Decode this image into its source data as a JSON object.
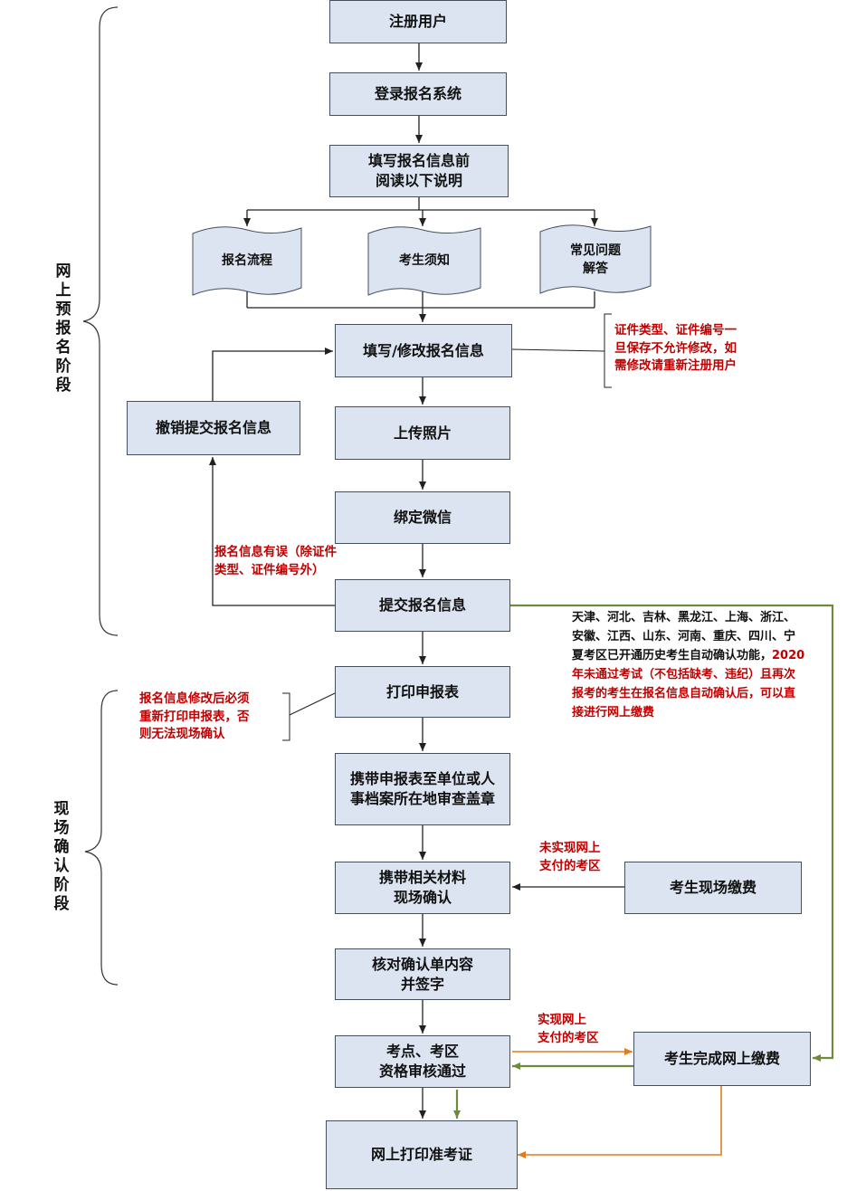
{
  "stages": {
    "online": [
      "网",
      "上",
      "预",
      "报",
      "名",
      "阶",
      "段"
    ],
    "onsite": [
      "现",
      "场",
      "确",
      "认",
      "阶",
      "段"
    ]
  },
  "steps": {
    "register": "注册用户",
    "login": "登录报名系统",
    "read_before": "填写报名信息前\n阅读以下说明",
    "fill_modify": "填写/修改报名信息",
    "upload_photo": "上传照片",
    "bind_wechat": "绑定微信",
    "submit": "提交报名信息",
    "revoke": "撤销提交报名信息",
    "print_form": "打印申报表",
    "stamp": "携带申报表至单位或人\n事档案所在地审查盖章",
    "onsite_confirm": "携带相关材料\n现场确认",
    "verify_sign": "核对确认单内容\n并签字",
    "exam_audit": "考点、考区\n资格审核通过",
    "print_ticket": "网上打印准考证",
    "onsite_pay": "考生现场缴费",
    "online_pay": "考生完成网上缴费"
  },
  "documents": {
    "process": "报名流程",
    "notice": "考生须知",
    "faq": "常见问题\n解答"
  },
  "notes": {
    "id_warning": "证件类型、证件编号一\n旦保存不允许修改，如\n需修改请重新注册用户",
    "info_error": "报名信息有误（除证件\n类型、证件编号外）",
    "reprint": "报名信息修改后必须\n重新打印申报表，否\n则无法现场确认",
    "auto_confirm_black": "天津、河北、吉林、黑龙江、上海、浙江、\n安徽、江西、山东、河南、重庆、四川、宁\n夏考区已开通历史考生自动确认功能，",
    "auto_confirm_red_inline": "2020",
    "auto_confirm_red": "年未通过考试（不包括缺考、违纪）且再次\n报考的考生在报名信息自动确认后，可以直\n接进行网上缴费",
    "no_online_pay": "未实现网上\n支付的考区",
    "online_pay_region": "实现网上\n支付的考区"
  },
  "colors": {
    "box_fill": "#dbe4f0",
    "note_red": "#c00000",
    "green_line": "#6e8b3d",
    "orange_line": "#e07b1f"
  }
}
